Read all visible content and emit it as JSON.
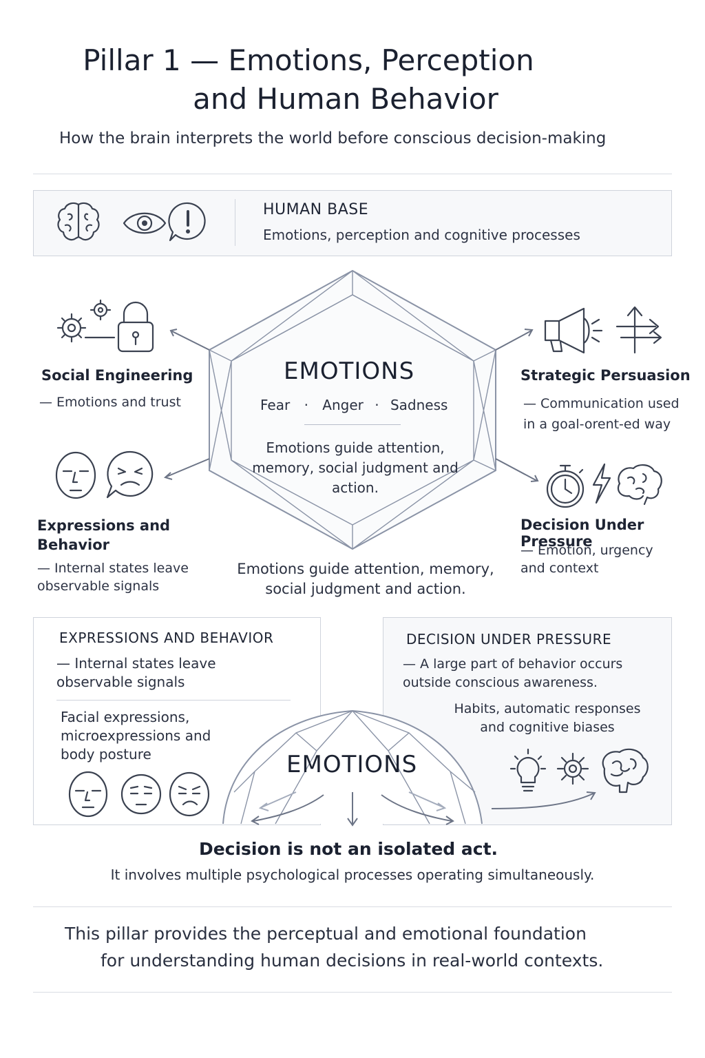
{
  "header": {
    "title_line1": "Pillar 1 — Emotions, Perception",
    "title_line2": "and Human Behavior",
    "subtitle": "How the brain interprets the world before conscious decision-making"
  },
  "human_base": {
    "title": "HUMAN BASE",
    "description": "Emotions, perception and cognitive processes",
    "icons": [
      "brain-icon",
      "eye-icon",
      "alert-bubble-icon"
    ]
  },
  "center": {
    "title": "EMOTIONS",
    "emotions": [
      "Fear",
      "Anger",
      "Sadness"
    ],
    "separator": "·",
    "text": "Emotions guide attention, memory, social judgment and action.",
    "caption": "Emotions guide attention, memory, social judgment and action."
  },
  "left_top": {
    "title": "Social Engineering",
    "description": "— Emotions and trust",
    "icons": [
      "gears-icon",
      "padlock-icon"
    ]
  },
  "left_bottom": {
    "title": "Expressions and Behavior",
    "description": "— Internal states leave observable signals",
    "icons": [
      "neutral-face-icon",
      "frustrated-face-bubble-icon"
    ]
  },
  "right_top": {
    "title": "Strategic Persuasion",
    "description": "— Communication used in a goal-orent-ed way",
    "icons": [
      "megaphone-icon",
      "directions-arrows-icon"
    ]
  },
  "right_bottom": {
    "title": "Decision Under Pressure",
    "description": "— Emotion, urgency and context",
    "icons": [
      "stopwatch-icon",
      "lightning-icon",
      "brain-icon"
    ]
  },
  "box_left": {
    "title": "EXPRESSIONS AND BEHAVIOR",
    "description": "— Internal states leave observable signals",
    "detail": "Facial expressions, microexpressions and body posture",
    "icons": [
      "neutral-face-icon",
      "tired-face-icon",
      "sad-face-icon"
    ]
  },
  "box_right": {
    "title": "DECISION UNDER PRESSURE",
    "description": "— A large part of behavior occurs outside conscious awareness.",
    "detail": "Habits, automatic responses and cognitive biases",
    "icons": [
      "lightbulb-icon",
      "gear-icon",
      "brain-icon"
    ]
  },
  "dome": {
    "title": "EMOTIONS"
  },
  "summary": {
    "title": "Decision is not an isolated act.",
    "text": "It involves multiple psychological processes operating simultaneously."
  },
  "closing": {
    "line1": "This pillar provides the perceptual and emotional foundation",
    "line2": "for understanding human decisions in real-world contexts."
  }
}
